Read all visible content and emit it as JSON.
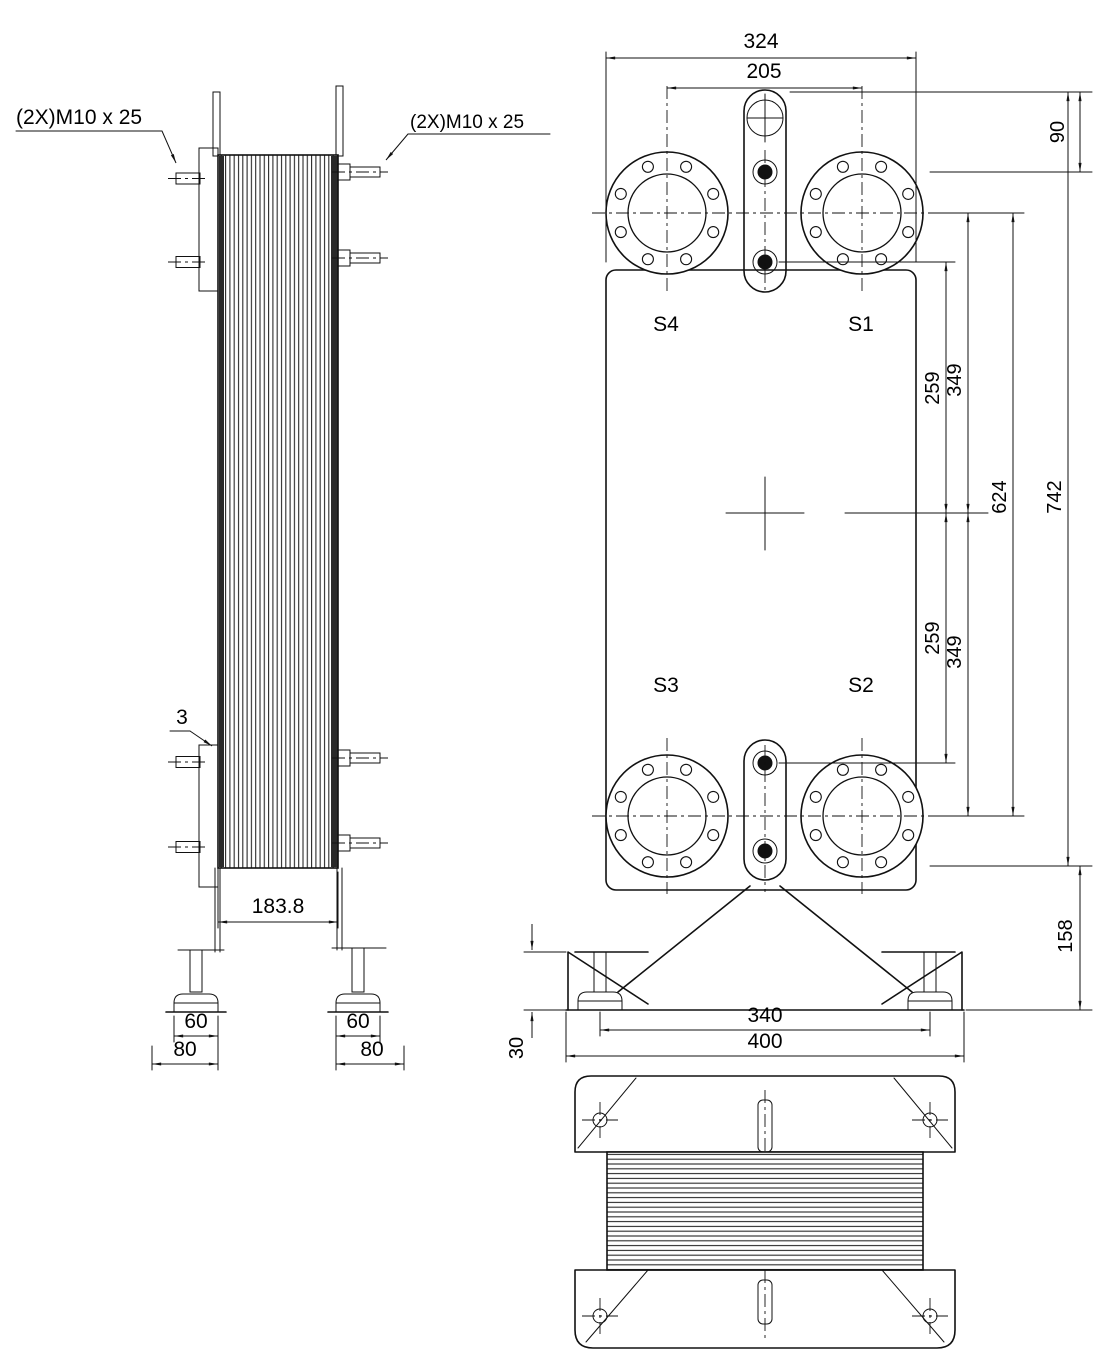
{
  "side_view": {
    "callout_left": "(2X)M10 x 25",
    "callout_right": "(2X)M10 x 25",
    "plate_thickness_label": "3",
    "pack_length": "183.8",
    "foot_left_pad": "60",
    "foot_left_overall": "80",
    "foot_right_pad": "60",
    "foot_right_overall": "80"
  },
  "front_view": {
    "port_top_left": "S4",
    "port_top_right": "S1",
    "port_bottom_left": "S3",
    "port_bottom_right": "S2",
    "dim_overall_width": "324",
    "dim_port_spacing_h": "205",
    "dim_top_offset": "90",
    "dim_center_to_bolt_top": "259",
    "dim_center_to_port_top": "349",
    "dim_center_to_bolt_bottom": "259",
    "dim_center_to_port_bottom": "349",
    "dim_port_spacing_v": "624",
    "dim_frame_height": "742",
    "dim_base_section": "158",
    "dim_foot_centers": "340",
    "dim_base_width": "400",
    "dim_pad_height": "30"
  },
  "colors": {
    "line": "#111111",
    "background": "#ffffff"
  }
}
